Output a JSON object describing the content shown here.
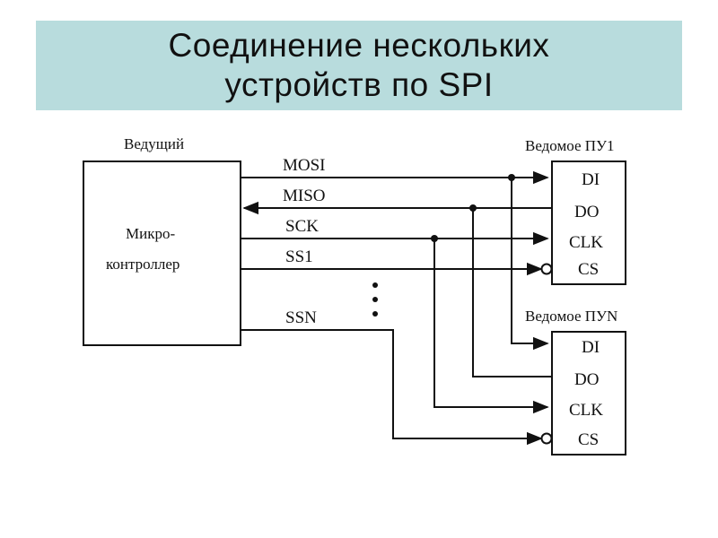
{
  "title": {
    "line1": "Соединение нескольких",
    "line2": "устройств по SPI"
  },
  "master": {
    "caption": "Ведущий",
    "label_line1": "Микро-",
    "label_line2": "контроллер"
  },
  "signals": {
    "mosi": "MOSI",
    "miso": "MISO",
    "sck": "SCK",
    "ss1": "SS1",
    "ssn": "SSN"
  },
  "slave1": {
    "caption": "Ведомое ПУ1",
    "pins": [
      "DI",
      "DO",
      "CLK",
      "CS"
    ]
  },
  "slaveN": {
    "caption": "Ведомое ПУN",
    "pins": [
      "DI",
      "DO",
      "CLK",
      "CS"
    ]
  },
  "colors": {
    "title_bg": "#b8dcdd",
    "line": "#111111"
  }
}
